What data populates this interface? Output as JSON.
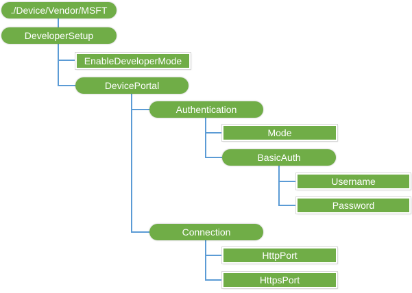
{
  "diagram": {
    "type": "tree",
    "colors": {
      "node_fill": "#70AD47",
      "node_text": "#FFFFFF",
      "connector": "#5B9BD5",
      "rect_outline": "#D8D8D8"
    },
    "nodes": {
      "root": {
        "label": "./Device/Vendor/MSFT",
        "shape": "rounded"
      },
      "developer_setup": {
        "label": "DeveloperSetup",
        "shape": "rounded"
      },
      "enable_developer_mode": {
        "label": "EnableDeveloperMode",
        "shape": "rect"
      },
      "device_portal": {
        "label": "DevicePortal",
        "shape": "rounded"
      },
      "authentication": {
        "label": "Authentication",
        "shape": "rounded"
      },
      "mode": {
        "label": "Mode",
        "shape": "rect"
      },
      "basic_auth": {
        "label": "BasicAuth",
        "shape": "rounded"
      },
      "username": {
        "label": "Username",
        "shape": "rect"
      },
      "password": {
        "label": "Password",
        "shape": "rect"
      },
      "connection": {
        "label": "Connection",
        "shape": "rounded"
      },
      "http_port": {
        "label": "HttpPort",
        "shape": "rect"
      },
      "https_port": {
        "label": "HttpsPort",
        "shape": "rect"
      }
    },
    "hierarchy": {
      "root": [
        "DeveloperSetup"
      ],
      "DeveloperSetup": [
        "EnableDeveloperMode",
        "DevicePortal"
      ],
      "DevicePortal": [
        "Authentication",
        "Connection"
      ],
      "Authentication": [
        "Mode",
        "BasicAuth"
      ],
      "BasicAuth": [
        "Username",
        "Password"
      ],
      "Connection": [
        "HttpPort",
        "HttpsPort"
      ]
    }
  }
}
